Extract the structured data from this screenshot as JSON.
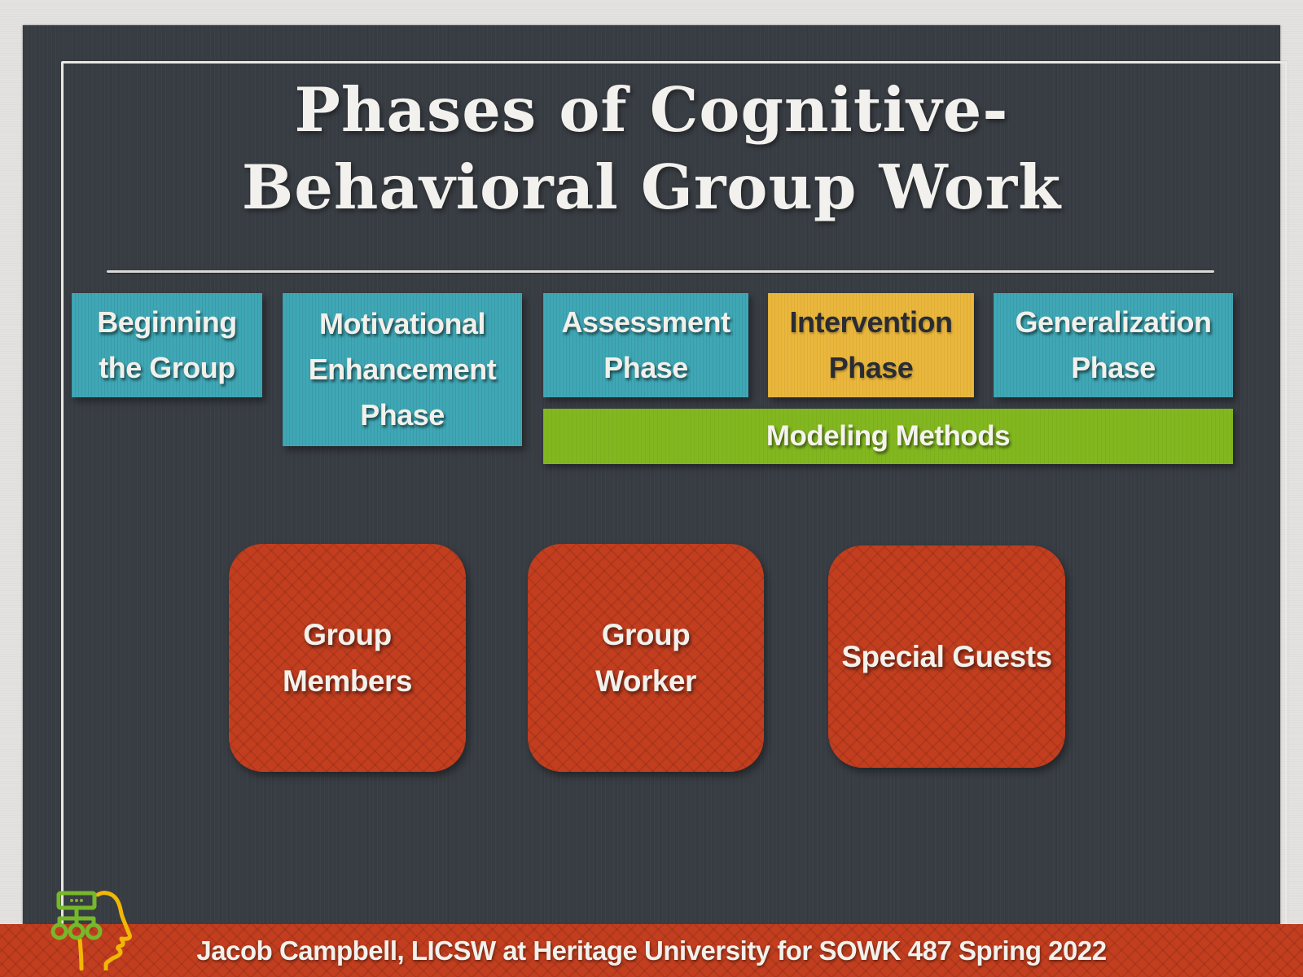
{
  "title": {
    "line1": "Phases of Cognitive-",
    "line2": "Behavioral Group Work"
  },
  "phases": [
    {
      "name": "beginning-the-group",
      "lines": [
        "Beginning",
        "the Group"
      ]
    },
    {
      "name": "motivational-enhancement-phase",
      "lines": [
        "Motivational",
        "Enhancement",
        "Phase"
      ]
    },
    {
      "name": "assessment-phase",
      "lines": [
        "Assessment",
        "Phase"
      ]
    },
    {
      "name": "intervention-phase",
      "lines": [
        "Intervention",
        "Phase"
      ]
    },
    {
      "name": "generalization-phase",
      "lines": [
        "Generalization",
        "Phase"
      ]
    }
  ],
  "modeling_bar": {
    "label": "Modeling Methods"
  },
  "cards": [
    {
      "name": "group-members",
      "lines": [
        "Group",
        "Members"
      ]
    },
    {
      "name": "group-worker",
      "lines": [
        "Group",
        "Worker"
      ]
    },
    {
      "name": "special-guests",
      "lines": [
        "Special Guests"
      ]
    }
  ],
  "footer": {
    "credit": "Jacob Campbell, LICSW at Heritage University for SOWK 487 Spring 2022"
  },
  "icons": {
    "head_flowchart": "head-with-flowchart-icon"
  },
  "colors": {
    "teal": "#3fa7b5",
    "gold": "#eab73c",
    "green": "#82b71f",
    "red": "#c23e1f",
    "slate": "#383d43",
    "paper": "#e3e2e0",
    "icon_green": "#76b82a",
    "icon_yellow": "#f2b705",
    "text_light": "#f1f0ea",
    "text_dark": "#2a2c33"
  }
}
